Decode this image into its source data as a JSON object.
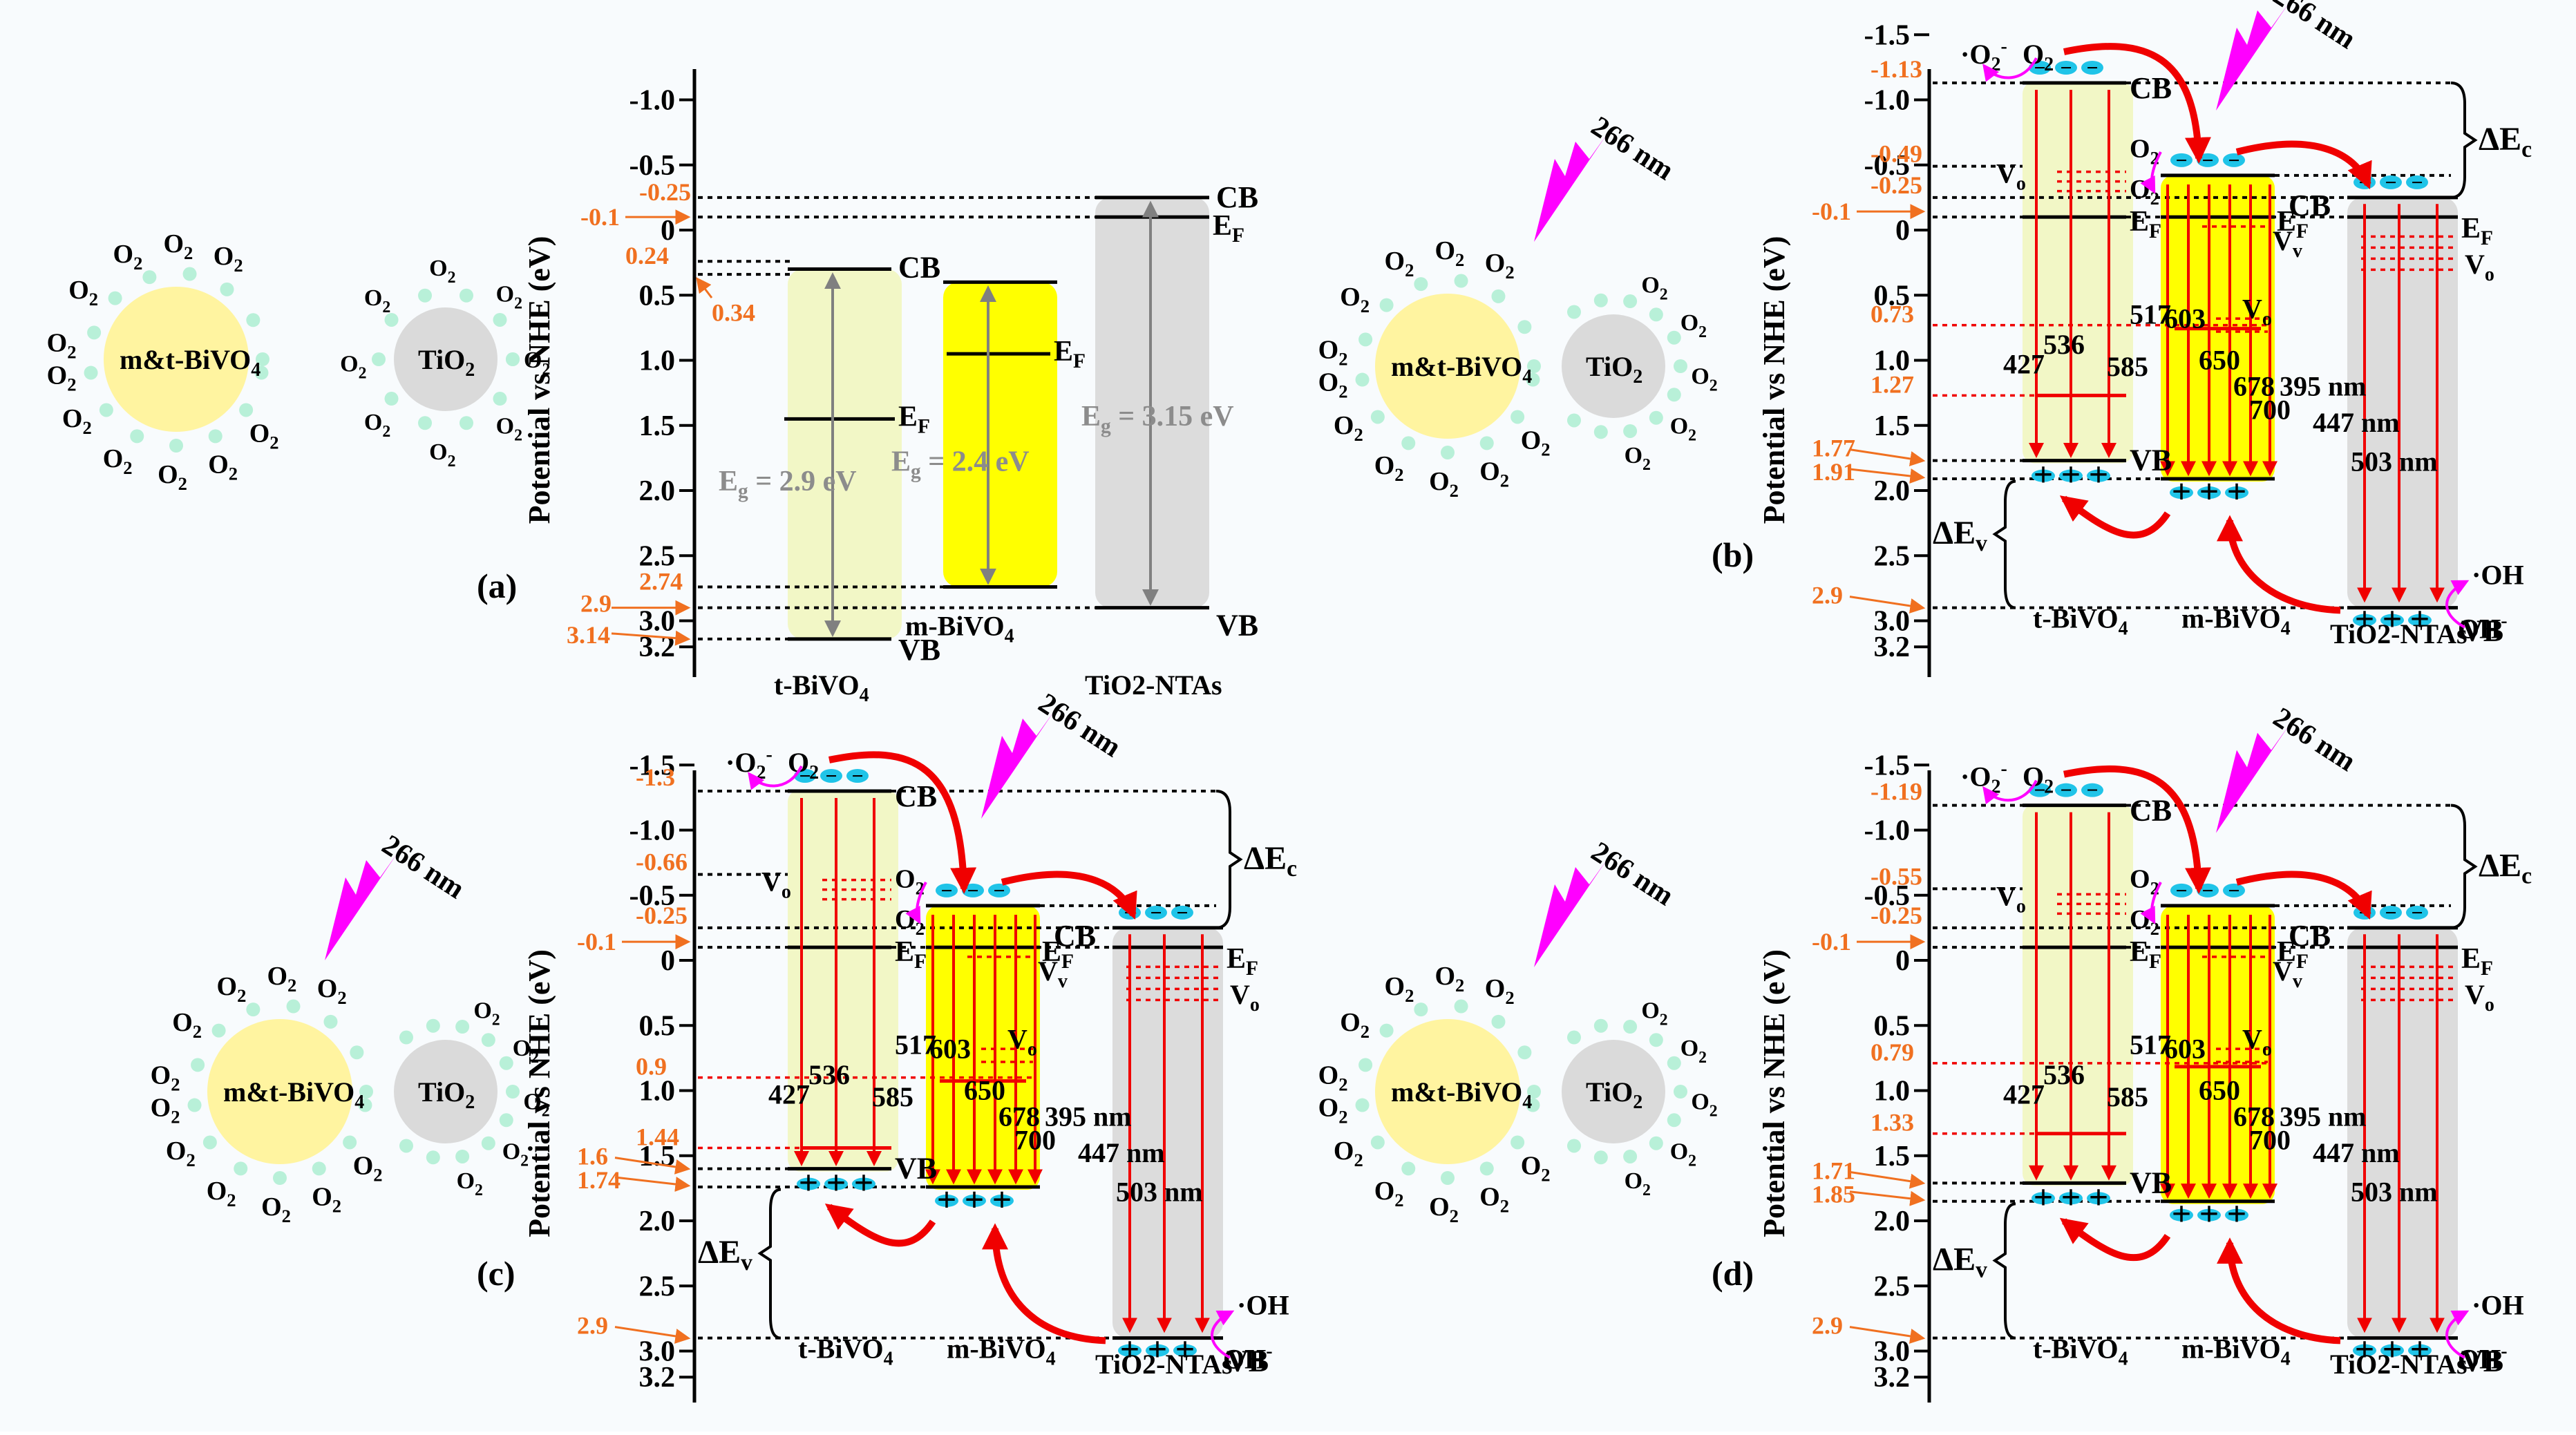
{
  "scale": {
    "ticks": [
      "-1.5",
      "-1.0",
      "-0.5",
      "0",
      "0.5",
      "1.0",
      "1.5",
      "2.0",
      "2.5",
      "3.0",
      "3.2"
    ],
    "ylabel": "Potential vs NHE (eV)"
  },
  "labels": {
    "cb": "CB",
    "vb": "VB",
    "ef": "E",
    "ef_sub": "F",
    "vo": "V",
    "vo_sub": "o",
    "vv": "V",
    "vv_sub": "v",
    "o2": "O",
    "o2_sub": "2",
    "o2_rad_dot": "·",
    "o2_rad_sup": "-",
    "oh_rad": "·OH",
    "oh_minus": "OH",
    "oh_minus_sup": "-",
    "plus": "+",
    "minus": "−",
    "dec": "ΔE",
    "dec_sub": "c",
    "dev": "ΔE",
    "dev_sub": "v",
    "laser": "266 nm",
    "mt_bivo4_sphere": "m&t-BiVO",
    "bivo4_sub": "4",
    "tio2_sphere": "TiO",
    "tio2_sub": "2"
  },
  "panel_a": {
    "tag": "(a)",
    "materials": [
      "t-BiVO",
      "m-BiVO",
      "TiO2-NTAs"
    ],
    "material_subs": [
      "4",
      "4",
      ""
    ],
    "eg": [
      "E",
      "E",
      "E"
    ],
    "eg_values": [
      "= 2.9 eV",
      "= 2.4 eV",
      "= 3.15 eV"
    ],
    "eg_sub": "g",
    "values": [
      "-0.25",
      "-0.1",
      "0.24",
      "0.34",
      "2.74",
      "2.9",
      "3.14"
    ]
  },
  "panel_b": {
    "tag": "(b)",
    "materials": [
      "t-BiVO",
      "m-BiVO",
      "TiO2-NTAs"
    ],
    "values": [
      "-1.13",
      "-0.49",
      "-0.25",
      "-0.1",
      "0.73",
      "1.27",
      "1.77",
      "1.91",
      "2.9"
    ],
    "wavelengths": [
      "427",
      "536",
      "585",
      "517",
      "603",
      "650",
      "678",
      "700",
      "395 nm",
      "447 nm",
      "503 nm"
    ]
  },
  "panel_c": {
    "tag": "(c)",
    "materials": [
      "t-BiVO",
      "m-BiVO",
      "TiO2-NTAs"
    ],
    "values": [
      "-1.3",
      "-0.66",
      "-0.25",
      "-0.1",
      "0.9",
      "1.44",
      "1.6",
      "1.74",
      "2.9"
    ],
    "wavelengths": [
      "427",
      "536",
      "585",
      "517",
      "603",
      "650",
      "678",
      "700",
      "395 nm",
      "447 nm",
      "503 nm"
    ]
  },
  "panel_d": {
    "tag": "(d)",
    "materials": [
      "t-BiVO",
      "m-BiVO",
      "TiO2-NTAs"
    ],
    "values": [
      "-1.19",
      "-0.55",
      "-0.25",
      "-0.1",
      "0.79",
      "1.33",
      "1.71",
      "1.85",
      "2.9"
    ],
    "wavelengths": [
      "427",
      "536",
      "585",
      "517",
      "603",
      "650",
      "678",
      "700",
      "395 nm",
      "447 nm",
      "503 nm"
    ]
  },
  "colors": {
    "orange": "#f07020",
    "red": "#f00000",
    "magenta": "#ff00ff",
    "gray_band": "#dcdcdc",
    "yellow_band": "#ffff00",
    "pale_band": "#f2f7c6",
    "sphere_yellow": "#fff4a0",
    "sphere_gray": "#dadada",
    "dot": "#b8f0d8",
    "cyan": "#20c4e8"
  }
}
